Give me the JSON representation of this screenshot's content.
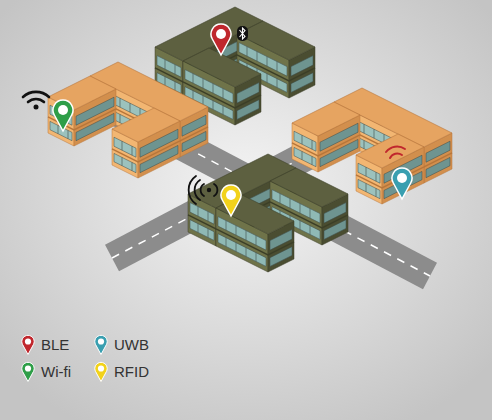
{
  "diagram": {
    "legend": [
      {
        "text": "BLE",
        "color": "#c0272d"
      },
      {
        "text": "UWB",
        "color": "#3a9fb0"
      },
      {
        "text": "Wi-fi",
        "color": "#2e9e48"
      },
      {
        "text": "RFID",
        "color": "#f2d21b"
      }
    ]
  }
}
